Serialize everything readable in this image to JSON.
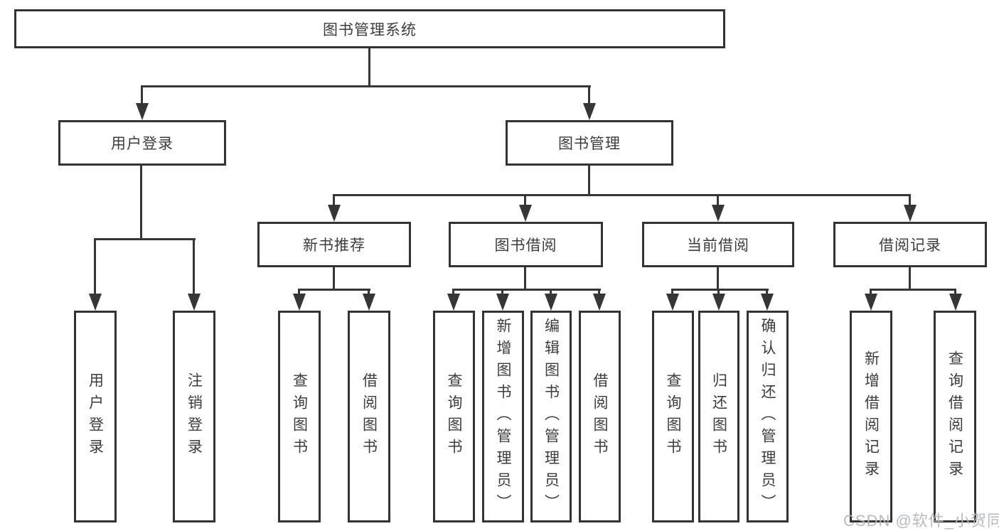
{
  "diagram": {
    "nodes": {
      "root": "图书管理系统",
      "userLogin": "用户登录",
      "bookManagement": "图书管理",
      "newBookRecommend": "新书推荐",
      "bookBorrowing": "图书借阅",
      "currentBorrowing": "当前借阅",
      "borrowingRecords": "借阅记录",
      "leafUserLogin": "用户登录",
      "leafLogout": "注销登录",
      "leafQueryBooksA": "查询图书",
      "leafBorrowBooksA": "借阅图书",
      "leafQueryBooksB": "查询图书",
      "leafAddBookAdmin": "新增图书（管理员）",
      "leafEditBookAdmin": "编辑图书（管理员）",
      "leafBorrowBooksB": "借阅图书",
      "leafQueryBooksC": "查询图书",
      "leafReturnBooks": "归还图书",
      "leafConfirmReturnAdmin": "确认归还（管理员）",
      "leafAddBorrowRecord": "新增借阅记录",
      "leafQueryBorrowRecord": "查询借阅记录"
    },
    "colors": {
      "line": "#363636",
      "border": "#333333",
      "text": "#3c3c3c",
      "background": "#ffffff",
      "watermark": "#b0b5bb"
    }
  },
  "watermark": {
    "text": "CSDN @软件_小贺同学"
  }
}
